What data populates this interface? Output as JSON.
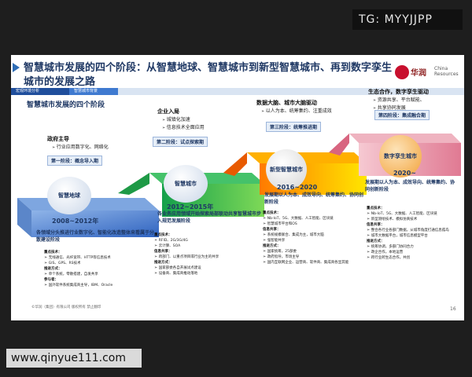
{
  "overlay": {
    "tg_label": "TG: MYYJJPP",
    "watermark_url": "www.qinyue111.com"
  },
  "title": "智慧城市发展的四个阶段：从智慧地球、智慧城市到新型智慧城市、再到数字孪生城市的发展之路",
  "logo": {
    "name_cn": "华润",
    "name_en_1": "China",
    "name_en_2": "Resources"
  },
  "breadcrumb": [
    "宏观环境分析",
    "智慧城市背景"
  ],
  "section_title": "智慧城市发展的四个阶段",
  "stages": [
    {
      "circle": "智慧地球",
      "era": "2008~2012年",
      "driver_head": "政府主导",
      "driver_items": [
        "行业应用数字化、网络化"
      ],
      "stage_label": "第一阶段：概念导入期",
      "desc": "各领域分头推进行业数字化、智能化改造整体来看属于分散建设阶段",
      "details": [
        {
          "head": "重点技术：",
          "items": [
            "无线通信、光纤宽带、HTTP等信息技术",
            "GIS、GPS、RS技术"
          ]
        },
        {
          "head": "推进方式：",
          "items": [
            "单个系统，零散搭建，自发共享"
          ]
        },
        {
          "head": "参与者：",
          "items": [
            "国外软件系统集成商主导，IBM、Oracle"
          ]
        }
      ]
    },
    {
      "circle": "智慧城市",
      "era": "2012~2015年",
      "driver_head": "企业入局",
      "driver_items": [
        "城镇化加速",
        "信息技术全面应用"
      ],
      "stage_label": "第二阶段：试点探索期",
      "desc": "各业务应用领域开始探索局部联动共享智慧城市步入规范发展阶段",
      "details": [
        {
          "head": "重点技术：",
          "items": [
            "RFID、2G/3G/4G",
            "云计算、SOA"
          ]
        },
        {
          "head": "信息共享：",
          "items": [
            "跨部门、以重点项目或行业为主的共享"
          ]
        },
        {
          "head": "推进方式：",
          "items": [
            "国家部委各自开展试点建设",
            "设备商、集成商推动落地"
          ]
        }
      ]
    },
    {
      "circle": "新型智慧城市",
      "era": "2016~2020",
      "driver_head": "数据大脑、城市大脑驱动",
      "driver_items": [
        "以人为本、统筹集约、注重成效"
      ],
      "stage_label": "第三阶段：统筹推进期",
      "desc": "发展期以人为本、成效导向、统筹集约、协同创新阶段",
      "details": [
        {
          "head": "重点技术：",
          "items": [
            "Nb-IoT、5G、大数据、人工智能、区块链",
            "智慧城市平台和OS"
          ]
        },
        {
          "head": "信息共享：",
          "items": [
            "系统规模联合、集成为主，城市大脑",
            "强智能共享"
          ]
        },
        {
          "head": "推进方式：",
          "items": [
            "国家统筹，25部委",
            "政府指导，市场主导",
            "国内互联网企业、运营商、软件商、集成商各显其能"
          ]
        }
      ]
    },
    {
      "circle": "数字孪生城市",
      "era": "2020~",
      "driver_head": "生态合作，数字孪生驱动",
      "driver_items": [
        "资源共享、平台赋能、",
        "共享协同发展"
      ],
      "stage_label": "第四阶段：集成融合期",
      "desc": "发展期以人为本、成效导向、统筹集约、协同创新阶段",
      "details": [
        {
          "head": "重点技术：",
          "items": [
            "Nb-IoT、5G、大数据、人工智能、区块链",
            "新型测绘技术、模拟仿真技术"
          ]
        },
        {
          "head": "信息共享：",
          "items": [
            "整合各行业各部门数据，从城市角度打通信息孤岛",
            "城市大数据平台，城市信息模型平台"
          ]
        },
        {
          "head": "推进方式：",
          "items": [
            "统筹协调，多部门协同合力",
            "政企合作，本地运营",
            "跨行业跨生态合作，共创"
          ]
        }
      ]
    }
  ],
  "footer": {
    "copyright": "©华润（集团）有限公司 版权所有 禁止翻印",
    "page": "16"
  }
}
